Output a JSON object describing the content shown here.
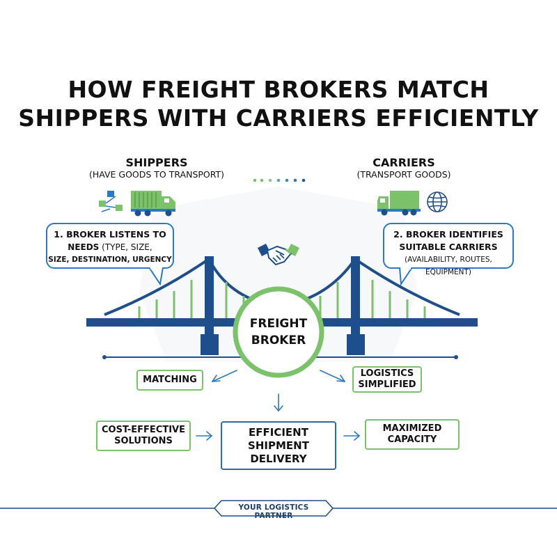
{
  "title": {
    "line1": "HOW FREIGHT BROKERS MATCH",
    "line2": "SHIPPERS WITH CARRIERS EFFICIENTLY"
  },
  "shippers": {
    "heading": "SHIPPERS",
    "subheading": "(HAVE GOODS TO TRANSPORT)"
  },
  "carriers": {
    "heading": "CARRIERS",
    "subheading": "(TRANSPORT GOODS)"
  },
  "steps": {
    "listen_line1": "1. BROKER LISTENS TO",
    "listen_line2": "NEEDS",
    "listen_line2b": " (TYPE, SIZE,",
    "listen_line3": "SIZE, DESTINATION, URGENCY",
    "identify_line1": "2. BROKER IDENTIFIES",
    "identify_line2": "SUITABLE CARRIERS",
    "identify_line3": "(AVAILABILITY, ROUTES, EQUIPMENT)"
  },
  "center": {
    "line1": "FREIGHT",
    "line2": "BROKER"
  },
  "outcomes": {
    "matching": "MATCHING",
    "logistics_line1": "LOGISTICS",
    "logistics_line2": "SIMPLIFIED",
    "cost_line1": "COST-EFFECTIVE",
    "cost_line2": "SOLUTIONS",
    "efficient_line1": "EFFICIENT",
    "efficient_line2": "SHIPMENT",
    "efficient_line3": "DELIVERY",
    "capacity_line1": "MAXIMIZED",
    "capacity_line2": "CAPACITY"
  },
  "footer": {
    "tagline": "YOUR LOGISTICS PARTNER"
  },
  "colors": {
    "navy": "#1f4e8c",
    "blue": "#2a79c2",
    "green": "#7cc26a",
    "text": "#111111"
  },
  "icons": [
    "network-icon",
    "truck-icon",
    "handshake-icon",
    "globe-icon",
    "arrow-icon"
  ]
}
